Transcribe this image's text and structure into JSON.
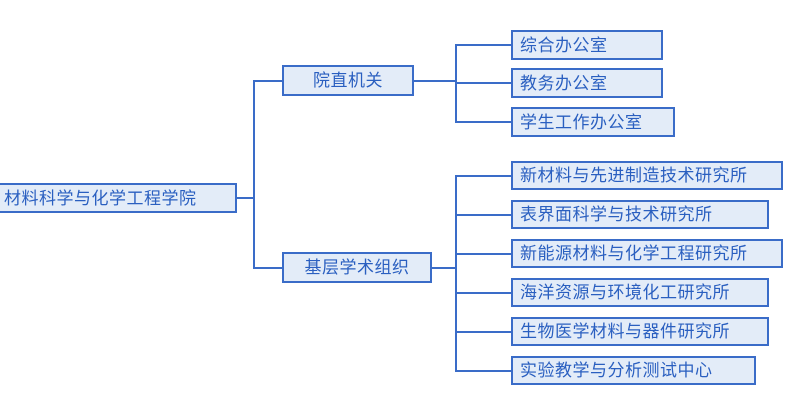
{
  "diagram": {
    "type": "organizational-tree",
    "orientation": "left-to-right",
    "colors": {
      "node_border": "#3a6cc8",
      "node_fill": "#e3ecf8",
      "node_text": "#2a5fc0",
      "connector": "#3a6cc8",
      "background": "#ffffff"
    },
    "root": {
      "label": "材料科学与化学工程学院"
    },
    "branches": [
      {
        "label": "院直机关",
        "children": [
          {
            "label": "综合办公室"
          },
          {
            "label": "教务办公室"
          },
          {
            "label": "学生工作办公室"
          }
        ]
      },
      {
        "label": "基层学术组织",
        "children": [
          {
            "label": "新材料与先进制造技术研究所"
          },
          {
            "label": "表界面科学与技术研究所"
          },
          {
            "label": "新能源材料与化学工程研究所"
          },
          {
            "label": "海洋资源与环境化工研究所"
          },
          {
            "label": "生物医学材料与器件研究所"
          },
          {
            "label": "实验教学与分析测试中心"
          }
        ]
      }
    ]
  }
}
